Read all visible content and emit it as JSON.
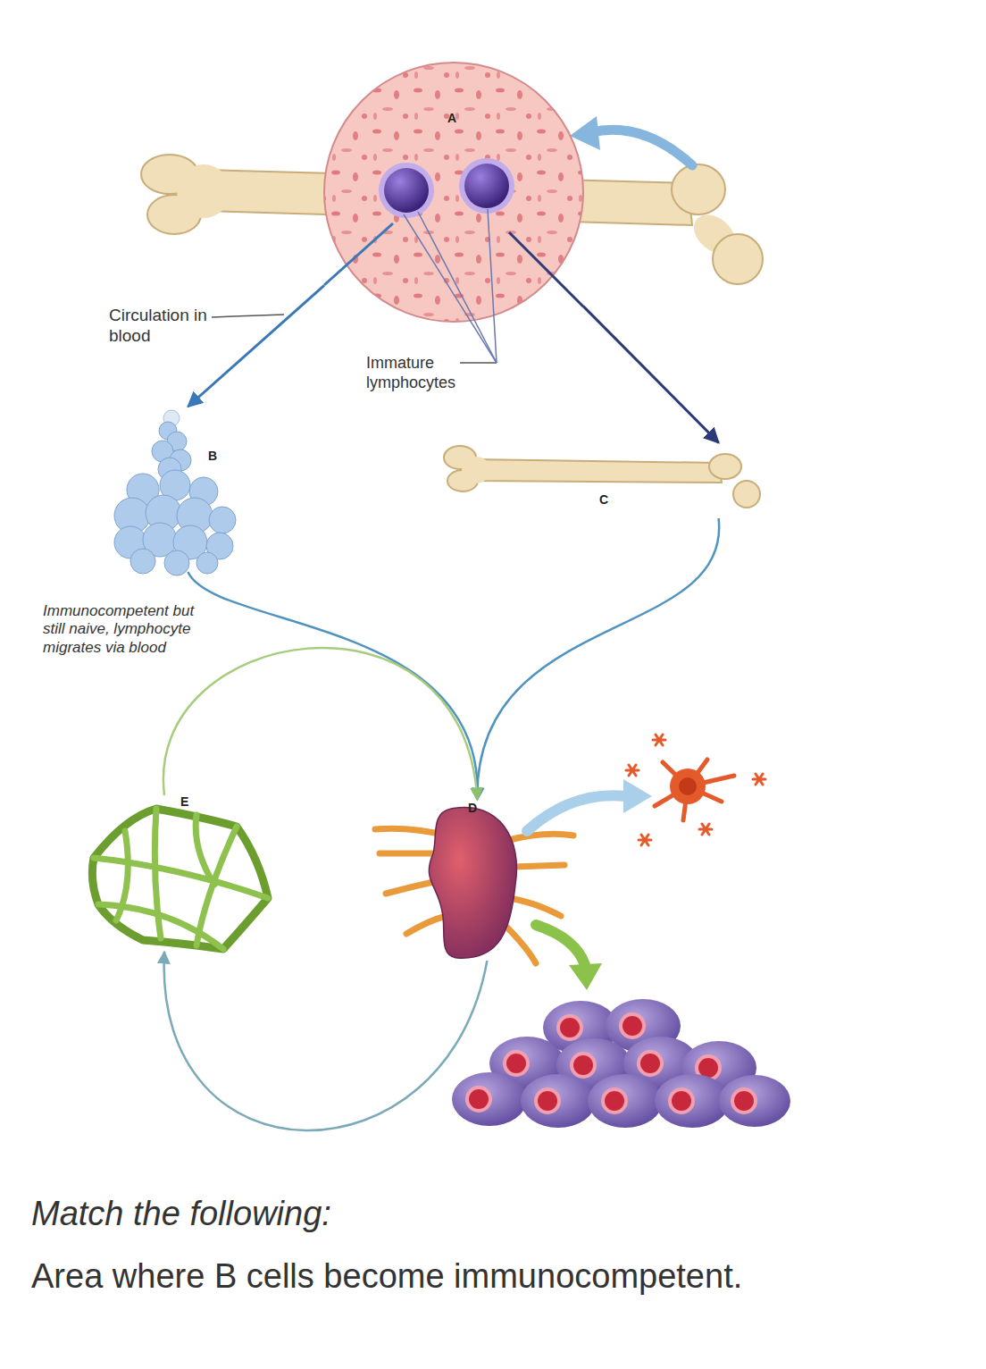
{
  "diagram": {
    "nodes": [
      {
        "text": [
          "A"
        ]
      },
      {
        "text": [
          "B"
        ]
      },
      {
        "text": [
          "C"
        ]
      },
      {
        "text": [
          "D"
        ]
      },
      {
        "text": [
          "E"
        ]
      }
    ],
    "edges": [
      {
        "from": 0,
        "to": 1,
        "arrow": "to"
      },
      {
        "from": 0,
        "to": 2,
        "arrow": "to"
      },
      {
        "from": 1,
        "to": 3,
        "arrow": "to"
      },
      {
        "from": 2,
        "to": 3,
        "arrow": "to"
      },
      {
        "from": 3,
        "to": 4,
        "arrow": "to"
      },
      {
        "from": 4,
        "to": 3,
        "arrow": "to"
      }
    ],
    "labels": [
      "Circulation in blood",
      "Immature lymphocytes",
      "Immunocompetent but still naive, lymphocyte migrates via blood",
      "Match the following:",
      "Area where B cells become immunocompetent."
    ]
  }
}
